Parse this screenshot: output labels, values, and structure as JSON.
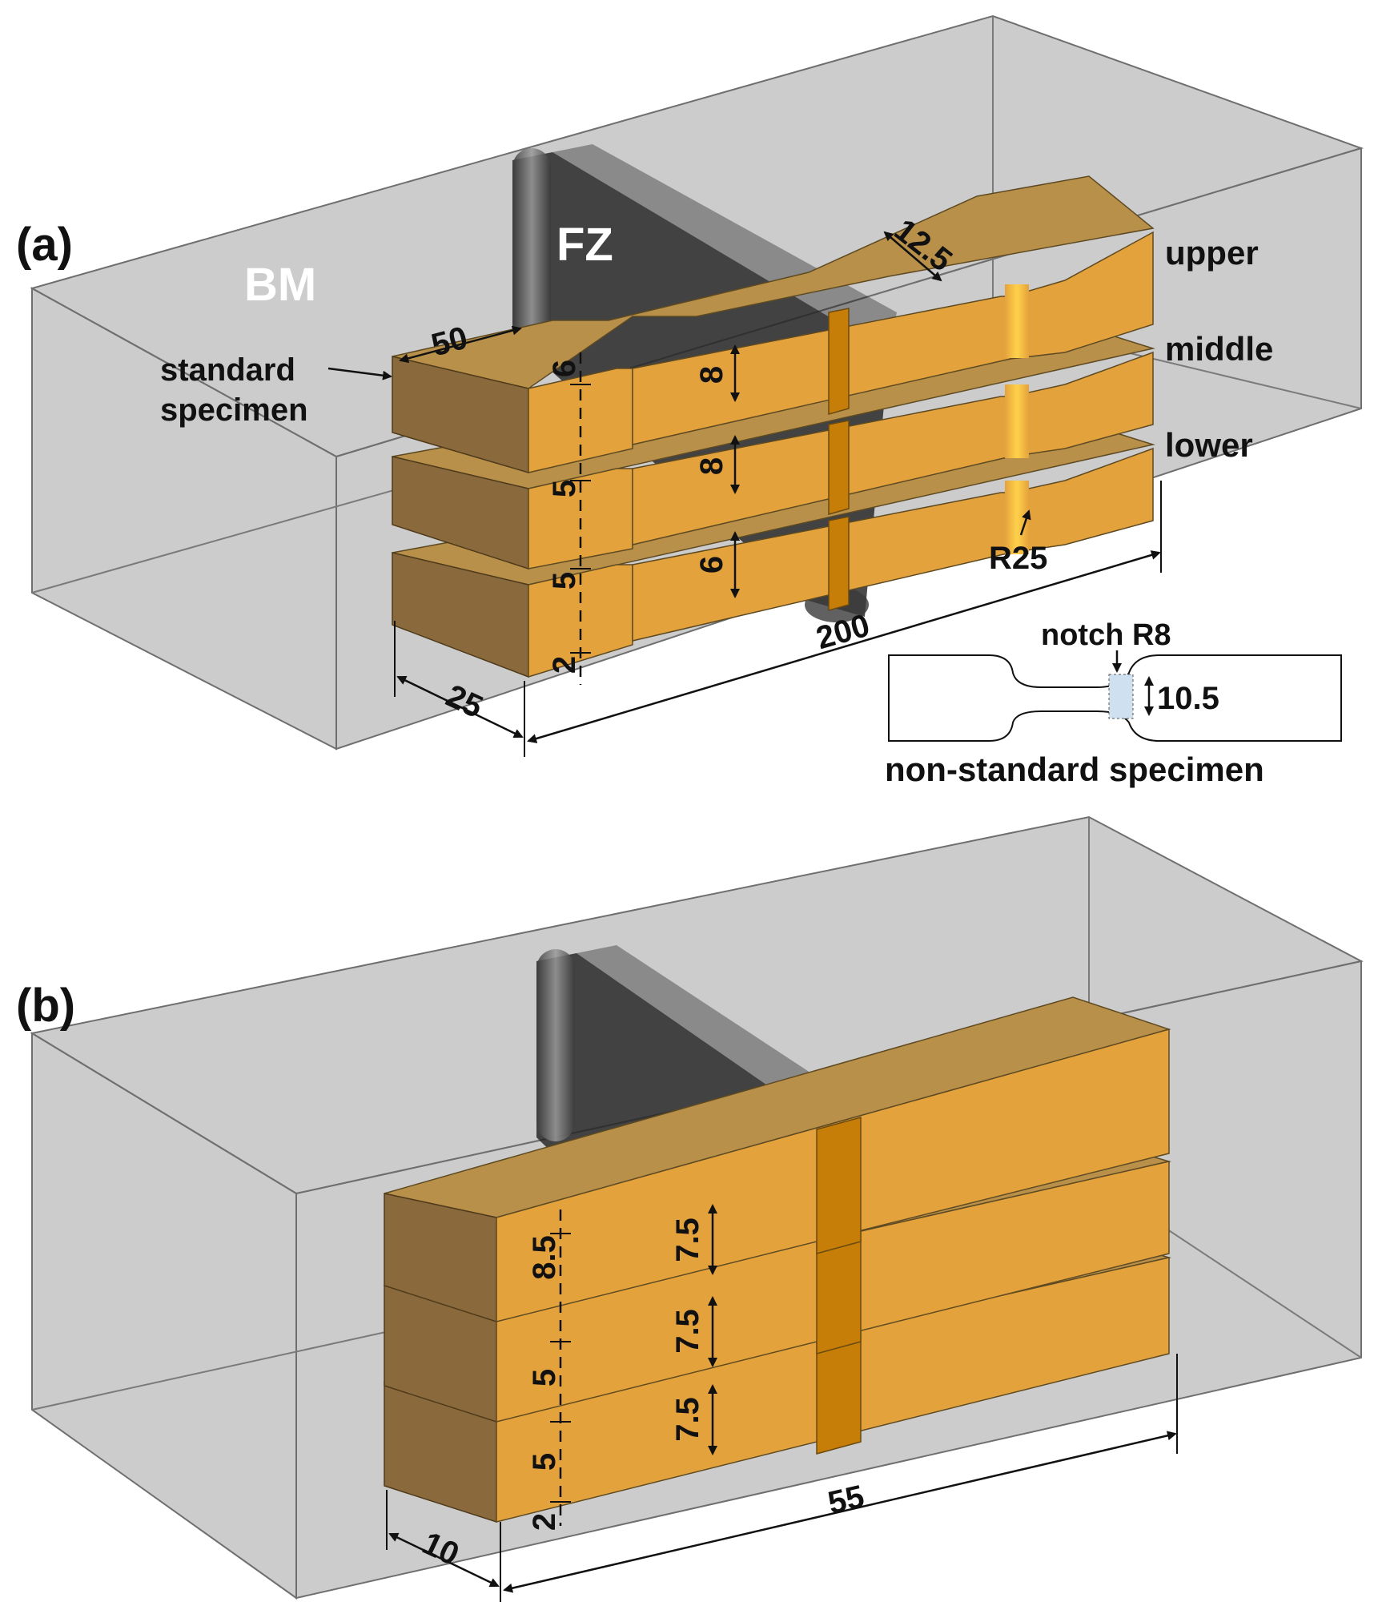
{
  "panel_a": {
    "label": "(a)",
    "zone_labels": {
      "base_metal": "BM",
      "fusion_zone": "FZ"
    },
    "specimen_callout": {
      "line1": "standard",
      "line2": "specimen"
    },
    "layer_labels": [
      "upper",
      "middle",
      "lower"
    ],
    "dimensions": {
      "width_top": "50",
      "gauge_width": "12.5",
      "gauge_thickness": [
        "8",
        "8",
        "6"
      ],
      "vertical_spacing": [
        "6",
        "5",
        "5",
        "2"
      ],
      "radius": "R25",
      "length": "200",
      "depth": "25"
    },
    "inset": {
      "notch_label": "notch R8",
      "notch_width": "10.5",
      "caption": "non-standard specimen"
    }
  },
  "panel_b": {
    "label": "(b)",
    "dimensions": {
      "thickness": [
        "7.5",
        "7.5",
        "7.5"
      ],
      "vertical_spacing": [
        "8.5",
        "5",
        "5",
        "2"
      ],
      "length": "55",
      "depth": "10"
    }
  },
  "colors": {
    "specimen_front": "#e4a23c",
    "specimen_top": "#b8904a",
    "specimen_side": "#8a6a3c",
    "fusion_zone": "#232323",
    "base_metal_box": "#8f8f8f",
    "label_text_light": "#ffffff",
    "label_text_dark": "#111111"
  }
}
